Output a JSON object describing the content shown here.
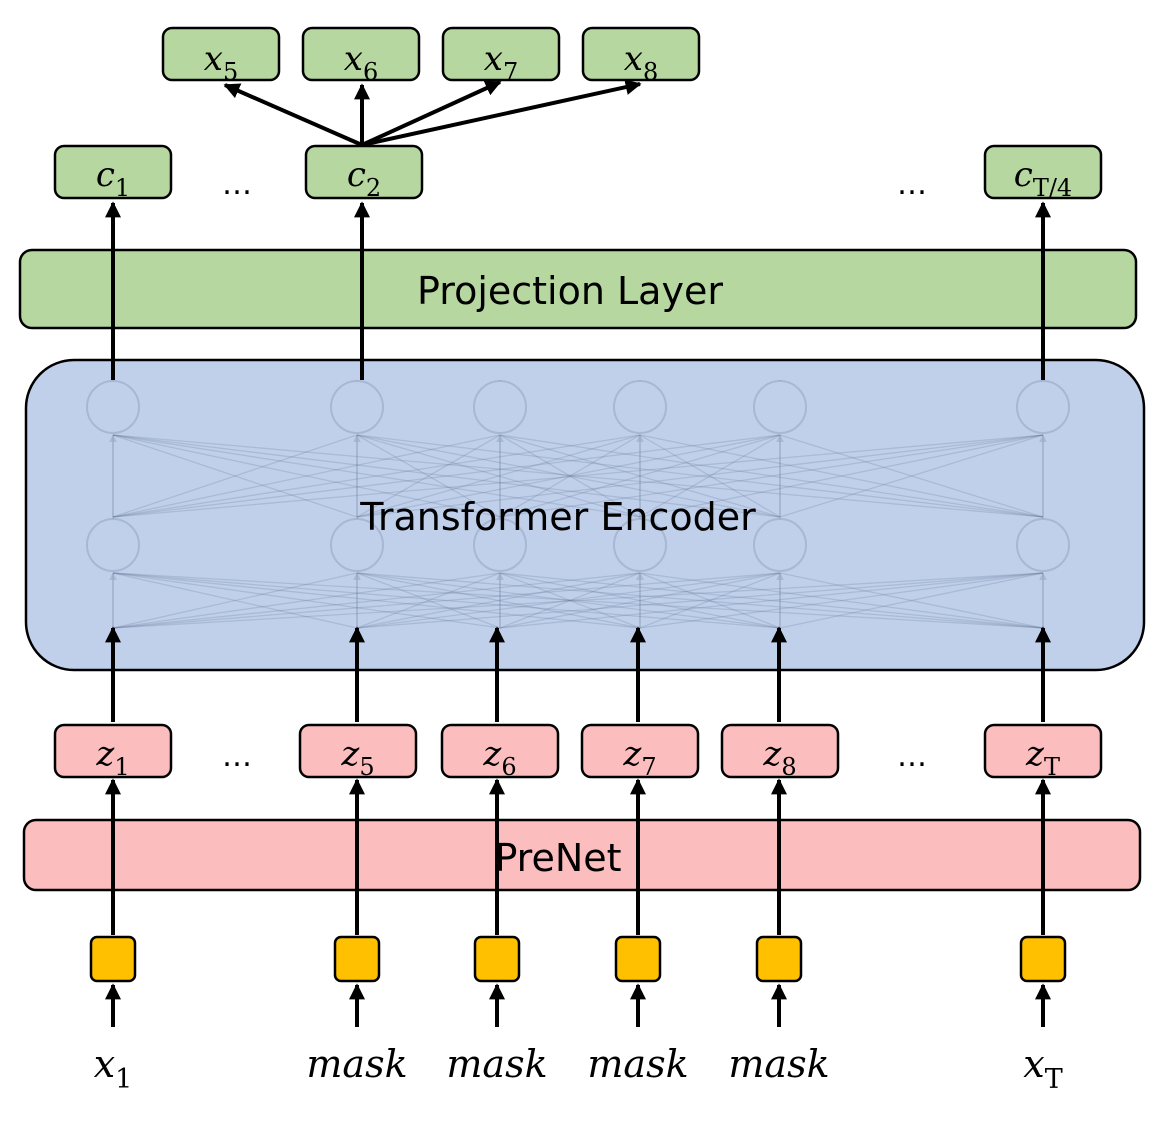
{
  "colors": {
    "green_fill": "#b7d7a0",
    "blue_fill": "#c0d0eb",
    "pink_fill": "#fbbdbd",
    "yellow_fill": "#ffc000",
    "stroke": "#000000"
  },
  "targets": [
    {
      "base": "x",
      "sub": "5"
    },
    {
      "base": "x",
      "sub": "6"
    },
    {
      "base": "x",
      "sub": "7"
    },
    {
      "base": "x",
      "sub": "8"
    }
  ],
  "outputs": [
    {
      "base": "c",
      "sub": "1"
    },
    {
      "base": "c",
      "sub": "2"
    },
    {
      "base": "c",
      "sub": "T/4"
    }
  ],
  "ellipsis": "…",
  "projection_label": "Projection Layer",
  "transformer_label": "Transformer Encoder",
  "prenet_label": "PreNet",
  "latents": [
    {
      "base": "z",
      "sub": "1"
    },
    {
      "base": "z",
      "sub": "5"
    },
    {
      "base": "z",
      "sub": "6"
    },
    {
      "base": "z",
      "sub": "7"
    },
    {
      "base": "z",
      "sub": "8"
    },
    {
      "base": "z",
      "sub": "T"
    }
  ],
  "inputs": [
    {
      "base": "x",
      "sub": "1"
    },
    {
      "base": "mask",
      "sub": ""
    },
    {
      "base": "mask",
      "sub": ""
    },
    {
      "base": "mask",
      "sub": ""
    },
    {
      "base": "mask",
      "sub": ""
    },
    {
      "base": "x",
      "sub": "T"
    }
  ]
}
